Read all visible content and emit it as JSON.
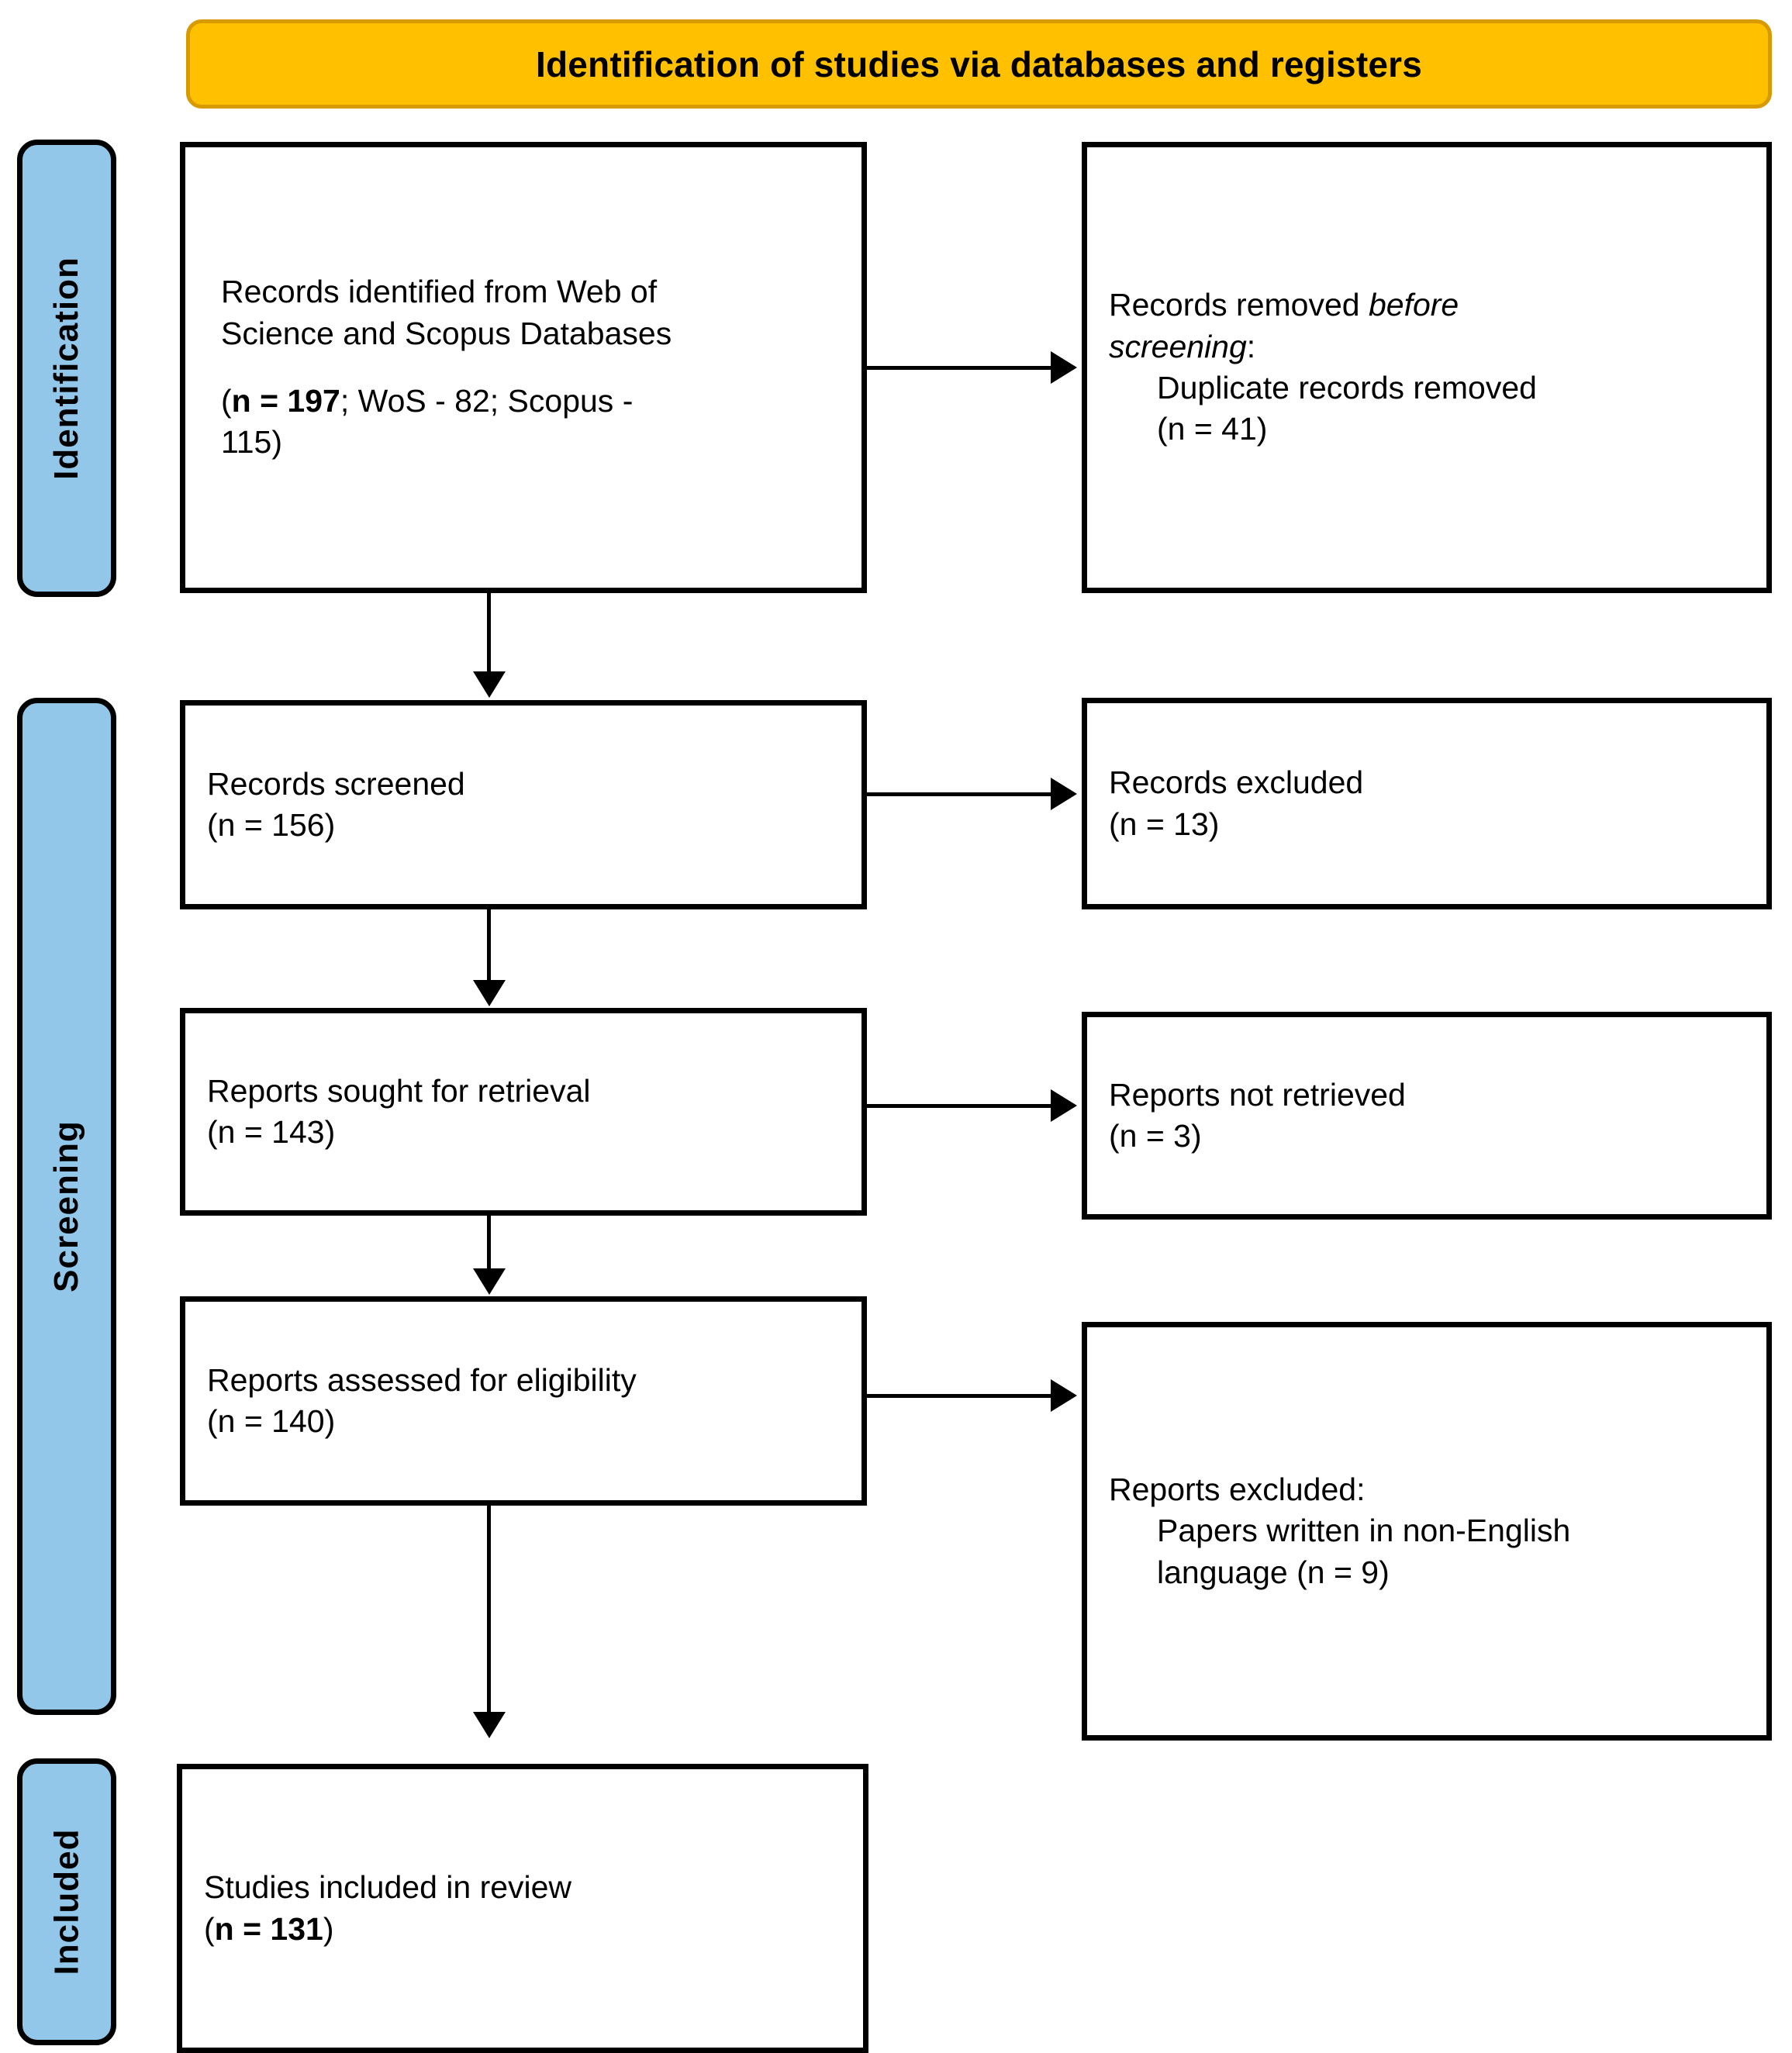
{
  "header": {
    "title": "Identification of studies via databases and registers",
    "fill_color": "#FFC000",
    "border_color": "#D79A00"
  },
  "stages": {
    "color": "#92C7E9",
    "identification": "Identification",
    "screening": "Screening",
    "included": "Included"
  },
  "boxes": {
    "identified": {
      "line1": "Records identified from Web of",
      "line2": "Science and Scopus Databases",
      "count_prefix": "(",
      "count_bold": "n = 197",
      "count_rest": "; WoS - 82; Scopus -",
      "count_line2": "115)"
    },
    "removed": {
      "line1_plain": "Records removed ",
      "line1_italic": "before",
      "line2_italic": "screening",
      "line2_colon": ":",
      "line3": "Duplicate records removed",
      "line4": "(n = 41)"
    },
    "screened": {
      "line1": "Records screened",
      "line2": "(n = 156)"
    },
    "excluded_records": {
      "line1": "Records excluded",
      "line2": "(n = 13)"
    },
    "sought": {
      "line1": "Reports sought for retrieval",
      "line2": "(n = 143)"
    },
    "not_retrieved": {
      "line1": "Reports not retrieved",
      "line2": "(n = 3)"
    },
    "assessed": {
      "line1": "Reports assessed for eligibility",
      "line2": "(n = 140)"
    },
    "reports_excluded": {
      "line1": "Reports excluded:",
      "line2": "Papers written in non-English",
      "line3": "language (n = 9)"
    },
    "included": {
      "line1": "Studies included in review",
      "count_prefix": "(",
      "count_bold": "n = 131",
      "count_suffix": ")"
    }
  },
  "flow_data": {
    "type": "prisma-flow",
    "identified_total": 197,
    "sources": [
      {
        "name": "Web of Science",
        "short": "WoS",
        "count": 82
      },
      {
        "name": "Scopus",
        "short": "Scopus",
        "count": 115
      }
    ],
    "duplicates_removed": 41,
    "records_screened": 156,
    "records_excluded": 13,
    "reports_sought": 143,
    "reports_not_retrieved": 3,
    "reports_assessed": 140,
    "reports_excluded_non_english": 9,
    "studies_included": 131
  }
}
